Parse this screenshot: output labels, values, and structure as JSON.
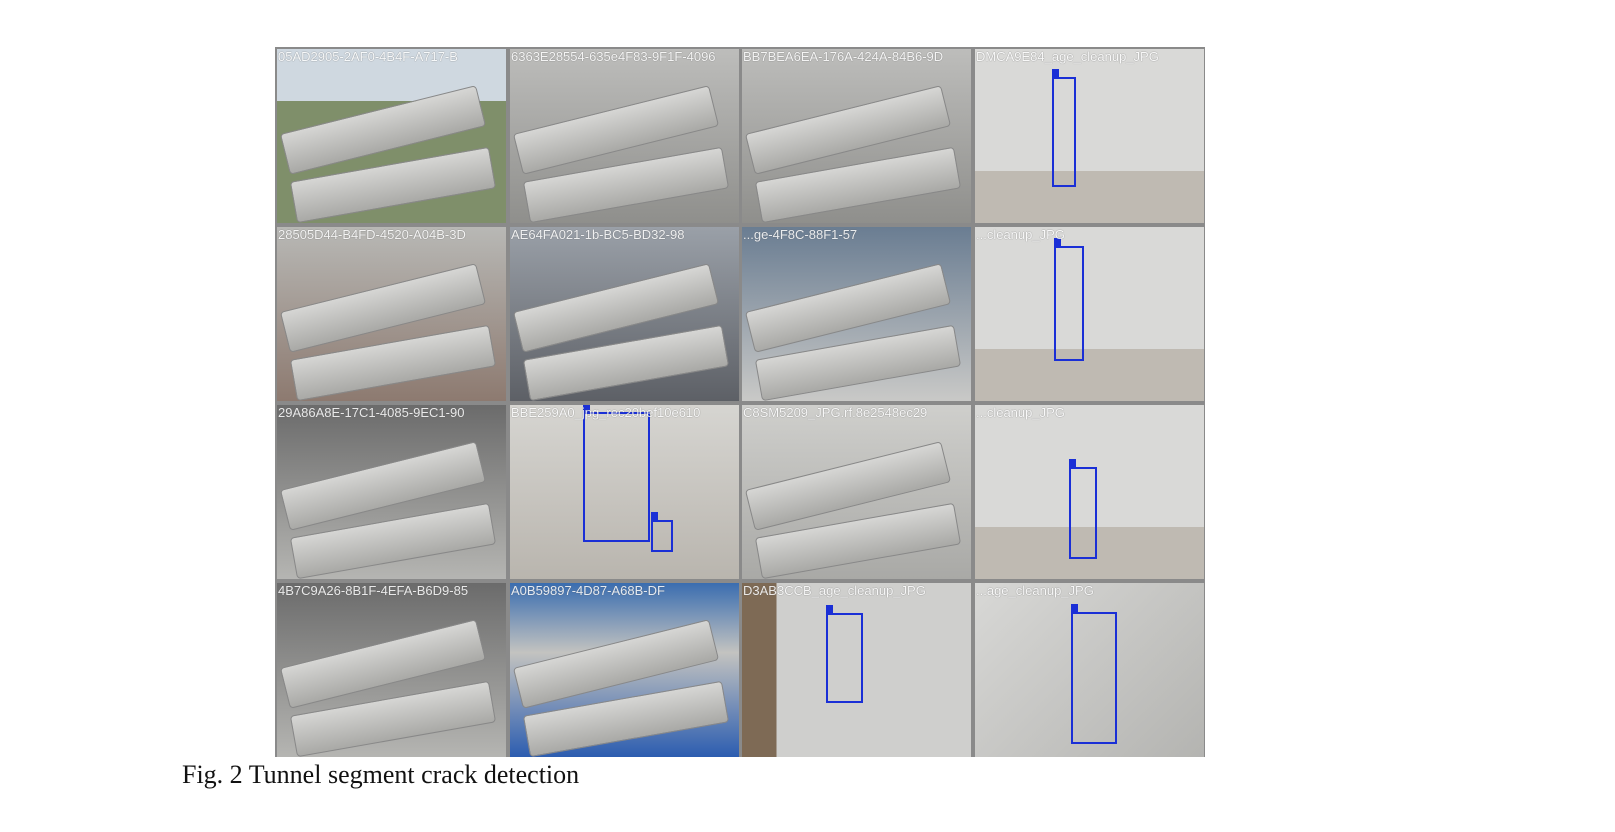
{
  "figure": {
    "caption": "Fig. 2 Tunnel segment crack detection",
    "detection_color": "#1a2fd6",
    "cells": [
      {
        "label": "05AD2905-2AF0-4B4F-A717-B",
        "scene": "segments-outdoor",
        "detections": 0
      },
      {
        "label": "6363E28554-635e4F83-9F1F-4096",
        "scene": "segments-stack",
        "detections": 0
      },
      {
        "label": "BB7BEA6EA-176A-424A-84B6-9D",
        "scene": "segments-stack",
        "detections": 0
      },
      {
        "label": "DMCA9E84_age_cleanup_JPG",
        "scene": "crack-closeup",
        "detections": 1
      },
      {
        "label": "28505D44-B4FD-4520-A04B-3D",
        "scene": "segment-on-table",
        "detections": 0
      },
      {
        "label": "AE64FA021-1b-BC5-BD32-98",
        "scene": "segments-yard",
        "detections": 0
      },
      {
        "label": "...ge-4F8C-88F1-57",
        "scene": "segment-tilted",
        "detections": 0
      },
      {
        "label": "...cleanup_JPG",
        "scene": "crack-closeup",
        "detections": 1
      },
      {
        "label": "29A86A8E-17C1-4085-9EC1-90",
        "scene": "segments-factory",
        "detections": 0
      },
      {
        "label": "BBE259A0_jpg_rec20bef10e610",
        "scene": "crack-hand",
        "detections": 2
      },
      {
        "label": "C8SM5209_JPG.rf.8e2548ec29",
        "scene": "segment-dated",
        "detections": 0
      },
      {
        "label": "...cleanup_JPG",
        "scene": "crack-closeup",
        "detections": 1
      },
      {
        "label": "4B7C9A26-8B1F-4EFA-B6D9-85",
        "scene": "segments-factory",
        "detections": 0
      },
      {
        "label": "A0B59897-4D87-A68B-DF",
        "scene": "segments-stacked-blue",
        "detections": 0
      },
      {
        "label": "D3AB3CCB_age_cleanup_JPG",
        "scene": "crack-worker",
        "detections": 1
      },
      {
        "label": "...age_cleanup_JPG",
        "scene": "crack-diagonal",
        "detections": 1
      }
    ]
  }
}
